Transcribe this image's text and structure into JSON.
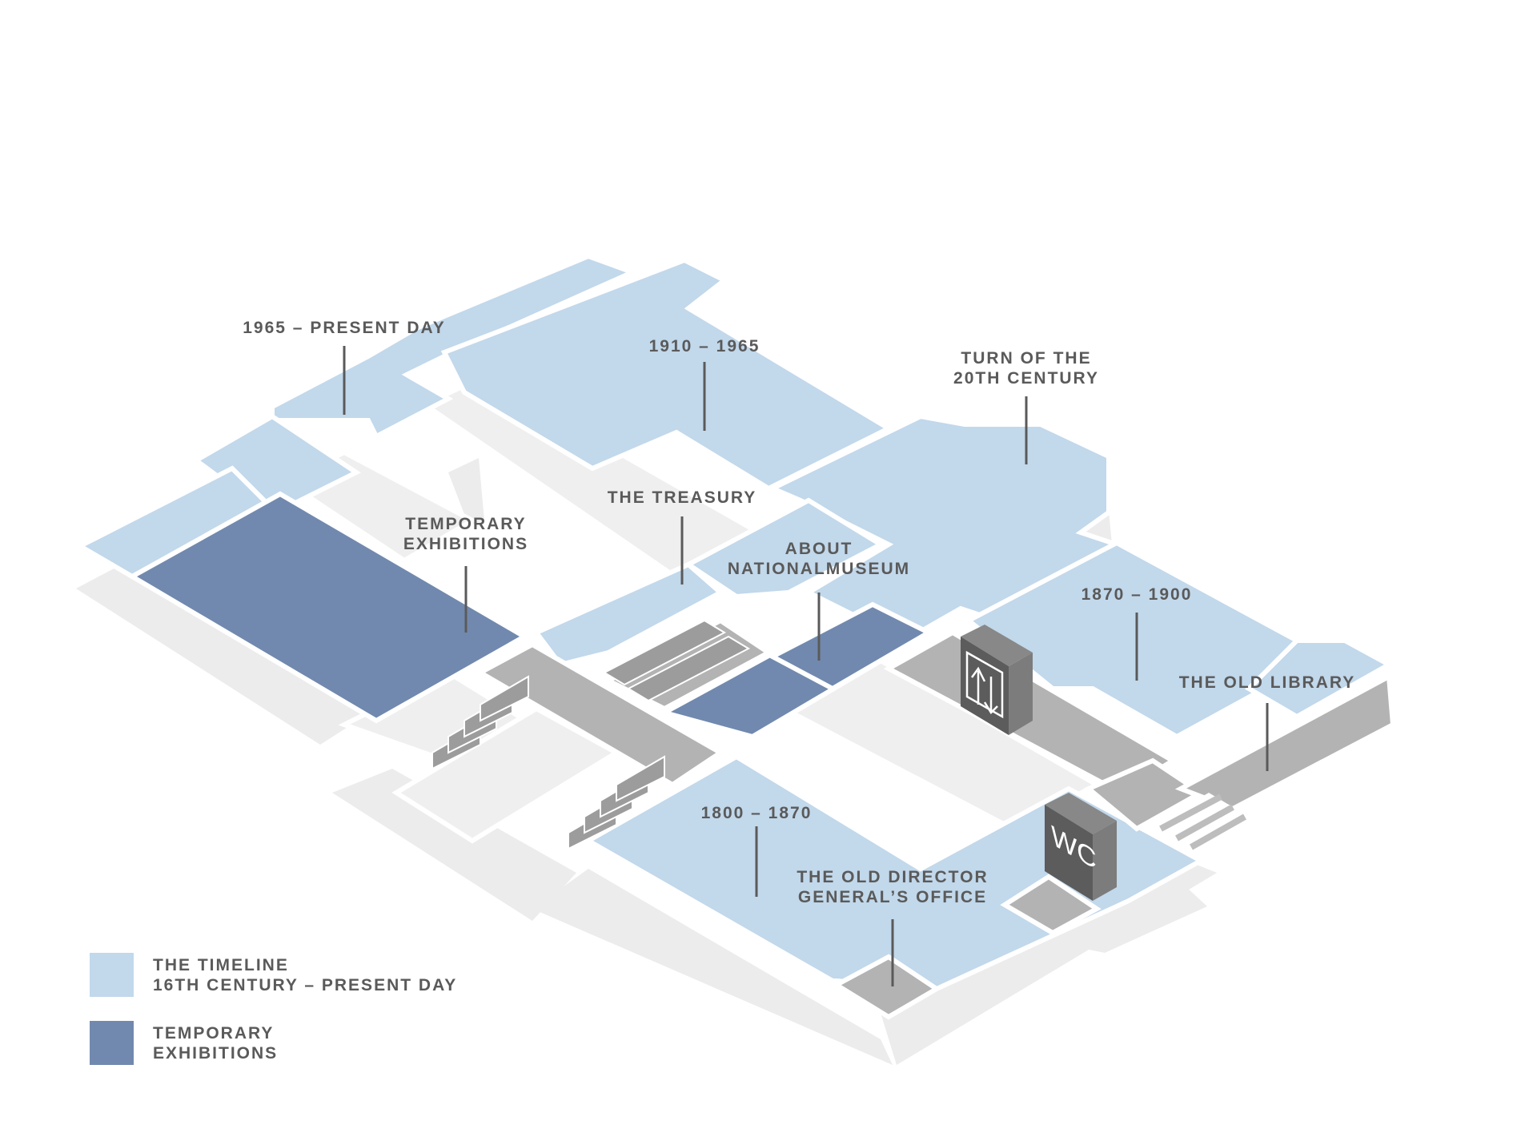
{
  "colors": {
    "timeline": "#c2d8eb",
    "temporary": "#7189ae",
    "shadow": "#ececec",
    "corridor": "#b3b3b3",
    "corridor_dark": "#9c9c9c",
    "label": "#5a5a5a",
    "icon_box": "#5c5c5c"
  },
  "labels": {
    "present_day": "1965 – PRESENT DAY",
    "y1910": "1910 – 1965",
    "turn_line1": "TURN OF THE",
    "turn_line2": "20TH CENTURY",
    "temporary_line1": "TEMPORARY",
    "temporary_line2": "EXHIBITIONS",
    "treasury": "THE TREASURY",
    "about_line1": "ABOUT",
    "about_line2": "NATIONALMUSEUM",
    "y1870": "1870 – 1900",
    "old_library": "THE OLD LIBRARY",
    "y1800": "1800 – 1870",
    "director_line1": "THE OLD DIRECTOR",
    "director_line2": "GENERAL’S OFFICE"
  },
  "icons": {
    "elevator": "elevator-icon",
    "wc_text": "WC"
  },
  "legend": [
    {
      "line1": "THE TIMELINE",
      "line2": "16TH CENTURY – PRESENT DAY",
      "color": "#c2d8eb"
    },
    {
      "line1": "TEMPORARY",
      "line2": "EXHIBITIONS",
      "color": "#7189ae"
    }
  ]
}
